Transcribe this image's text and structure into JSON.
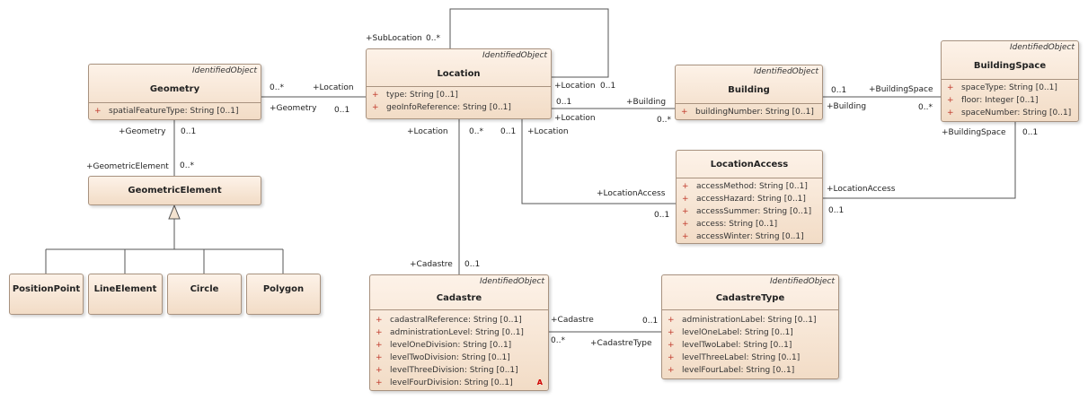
{
  "classes": {
    "geometry": {
      "stereotype": "IdentifiedObject",
      "name": "Geometry",
      "attributes": [
        {
          "vis": "+",
          "text": "spatialFeatureType: String [0..1]"
        }
      ]
    },
    "location": {
      "stereotype": "IdentifiedObject",
      "name": "Location",
      "attributes": [
        {
          "vis": "+",
          "text": "type: String [0..1]"
        },
        {
          "vis": "+",
          "text": "geoInfoReference: String [0..1]"
        }
      ]
    },
    "building": {
      "stereotype": "IdentifiedObject",
      "name": "Building",
      "attributes": [
        {
          "vis": "+",
          "text": "buildingNumber: String [0..1]"
        }
      ]
    },
    "buildingspace": {
      "stereotype": "IdentifiedObject",
      "name": "BuildingSpace",
      "attributes": [
        {
          "vis": "+",
          "text": "spaceType: String [0..1]"
        },
        {
          "vis": "+",
          "text": "floor: Integer [0..1]"
        },
        {
          "vis": "+",
          "text": "spaceNumber: String [0..1]"
        }
      ]
    },
    "geometricelement": {
      "name": "GeometricElement"
    },
    "locationaccess": {
      "name": "LocationAccess",
      "attributes": [
        {
          "vis": "+",
          "text": "accessMethod: String [0..1]"
        },
        {
          "vis": "+",
          "text": "accessHazard: String [0..1]"
        },
        {
          "vis": "+",
          "text": "accessSummer: String [0..1]"
        },
        {
          "vis": "+",
          "text": "access: String [0..1]"
        },
        {
          "vis": "+",
          "text": "accessWinter: String [0..1]"
        }
      ]
    },
    "positionpoint": {
      "name": "PositionPoint"
    },
    "lineelement": {
      "name": "LineElement"
    },
    "circle": {
      "name": "Circle"
    },
    "polygon": {
      "name": "Polygon"
    },
    "cadastre": {
      "stereotype": "IdentifiedObject",
      "name": "Cadastre",
      "abstract_mark": "A",
      "attributes": [
        {
          "vis": "+",
          "text": "cadastralReference: String [0..1]"
        },
        {
          "vis": "+",
          "text": "administrationLevel: String [0..1]"
        },
        {
          "vis": "+",
          "text": "levelOneDivision: String [0..1]"
        },
        {
          "vis": "+",
          "text": "levelTwoDivision: String [0..1]"
        },
        {
          "vis": "+",
          "text": "levelThreeDivision: String [0..1]"
        },
        {
          "vis": "+",
          "text": "levelFourDivision: String [0..1]"
        }
      ]
    },
    "cadastretype": {
      "stereotype": "IdentifiedObject",
      "name": "CadastreType",
      "attributes": [
        {
          "vis": "+",
          "text": "administrationLabel: String [0..1]"
        },
        {
          "vis": "+",
          "text": "levelOneLabel: String [0..1]"
        },
        {
          "vis": "+",
          "text": "levelTwoLabel: String [0..1]"
        },
        {
          "vis": "+",
          "text": "levelThreeLabel: String [0..1]"
        },
        {
          "vis": "+",
          "text": "levelFourLabel: String [0..1]"
        }
      ]
    }
  },
  "labels": {
    "sublocation_role": "+SubLocation",
    "sublocation_mult": "0..*",
    "location_self_role": "+Location",
    "location_self_mult": "0..1",
    "geom_loc_mult_many": "0..*",
    "geom_loc_role_location": "+Location",
    "geom_loc_role_geometry": "+Geometry",
    "geom_loc_mult_one": "0..1",
    "loc_bld_mult_one": "0..1",
    "loc_bld_role_building": "+Building",
    "loc_bld_role_location": "+Location",
    "loc_bld_mult_many": "0..*",
    "bld_bs_mult_one": "0..1",
    "bld_bs_role_bs": "+BuildingSpace",
    "bld_bs_role_building": "+Building",
    "bld_bs_mult_many": "0..*",
    "bs_la_role_bs": "+BuildingSpace",
    "bs_la_mult": "0..1",
    "bs_la_role_la": "+LocationAccess",
    "bs_la_mult_la": "0..1",
    "loc_la_role_location": "+Location",
    "loc_la_mult_loc": "0..1",
    "loc_la_role_la": "+LocationAccess",
    "loc_la_mult_la": "0..1",
    "loc_cad_role_location": "+Location",
    "loc_cad_mult_many": "0..*",
    "loc_cad_role_cadastre": "+Cadastre",
    "loc_cad_mult_one": "0..1",
    "geom_ge_role_geometry": "+Geometry",
    "geom_ge_mult_one": "0..1",
    "geom_ge_role_ge": "+GeometricElement",
    "geom_ge_mult_many": "0..*",
    "cad_ct_role_cadastre": "+Cadastre",
    "cad_ct_mult_one": "0..1",
    "cad_ct_mult_many": "0..*",
    "cad_ct_role_ct": "+CadastreType"
  }
}
